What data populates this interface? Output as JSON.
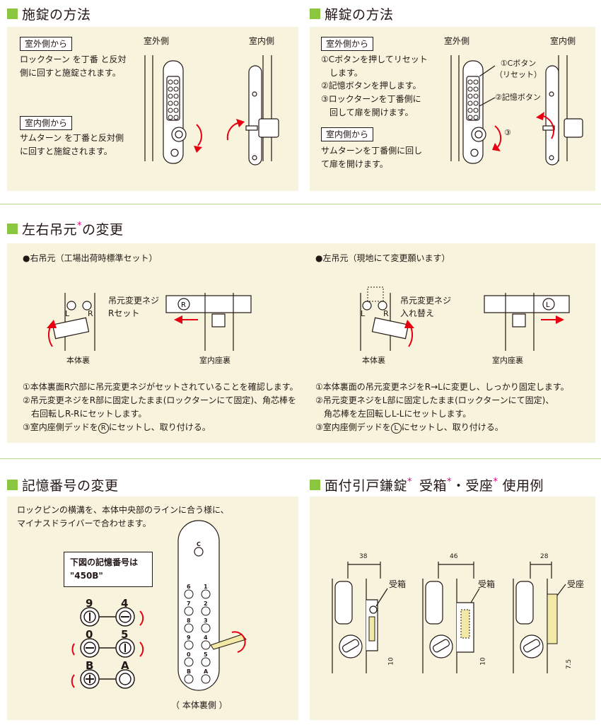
{
  "s1": {
    "title": "施錠の方法",
    "tag_out": "室外側から",
    "text_out": "ロックターン を丁番 と反対\n側に回すと施錠されます。",
    "tag_in": "室内側から",
    "text_in": "サムターン を丁番と反対側\nに回すと施錠されます。",
    "label_out": "室外側",
    "label_in": "室内側"
  },
  "s2": {
    "title": "解錠の方法",
    "tag_out": "室外側から",
    "steps": [
      "①Cボタンを押してリセット\n　します。",
      "②記憶ボタンを押します。",
      "③ロックターンを丁番側に\n　回して扉を開けます。"
    ],
    "tag_in": "室内側から",
    "text_in": "サムターンを丁番側に回し\nて扉を開けます。",
    "label_out": "室外側",
    "label_in": "室内側",
    "callout_c": "①Cボタン\n（リセット）",
    "callout_mem": "②記憶ボタン",
    "callout_3": "③"
  },
  "s3": {
    "title": "左右吊元",
    "title_tail": "の変更",
    "right": {
      "head": "●右吊元（工場出荷時標準セット）",
      "screw": "吊元変更ネジ\nRセット",
      "L": "L",
      "R": "R",
      "cap1": "本体裏",
      "cap2": "室内座裏",
      "badge": "R",
      "notes": [
        "①本体裏面R穴部に吊元変更ネジがセットされていることを確認します。",
        "②吊元変更ネジをR部に固定したまま(ロックターンにて固定)、角芯棒を",
        "　右回転しR-Rにセットします。",
        "③室内座側デッドを",
        "にセットし、取り付ける。"
      ]
    },
    "left": {
      "head": "●左吊元（現地にて変更願います）",
      "screw": "吊元変更ネジ\n入れ替え",
      "L": "L",
      "R": "R",
      "cap1": "本体裏",
      "cap2": "室内座裏",
      "badge": "L",
      "notes": [
        "①本体裏面の吊元変更ネジをR→Lに変更し、しっかり固定します。",
        "②吊元変更ネジをL部に固定したまま(ロックターンにて固定)、",
        "　角芯棒を左回転しL-Lにセットします。",
        "③室内座側デッドを",
        "にセットし、取り付ける。"
      ]
    }
  },
  "s4": {
    "title": "記憶番号の変更",
    "intro": "ロックピンの横溝を、本体中央部のラインに合う様に、\nマイナスドライバーで合わせます。",
    "box": "下図の記憶番号は\n\"450B\"",
    "keys": [
      [
        "9",
        "4"
      ],
      [
        "0",
        "5"
      ],
      [
        "B",
        "A"
      ]
    ],
    "rear_keys": [
      [
        "6",
        "1"
      ],
      [
        "7",
        "2"
      ],
      [
        "8",
        "3"
      ],
      [
        "9",
        "4"
      ],
      [
        "0",
        "5"
      ],
      [
        "B",
        "A"
      ]
    ],
    "rear_c": "C",
    "caption": "（ 本体裏側 ）"
  },
  "s5": {
    "title_a": "面付引戸鎌錠",
    "title_b": "受箱",
    "title_c": "・受座",
    "title_d": "使用例",
    "examples": [
      {
        "dim_top": "38",
        "label": "受箱",
        "dim_side": "10"
      },
      {
        "dim_top": "46",
        "label": "受箱",
        "dim_side": "10"
      },
      {
        "dim_top": "28",
        "label": "受座",
        "dim_side": "7.5"
      }
    ]
  },
  "colors": {
    "accent": "#8cc63f",
    "panel": "#f7f3dd",
    "asterisk": "#e4007f",
    "arrow": "#e60012"
  }
}
